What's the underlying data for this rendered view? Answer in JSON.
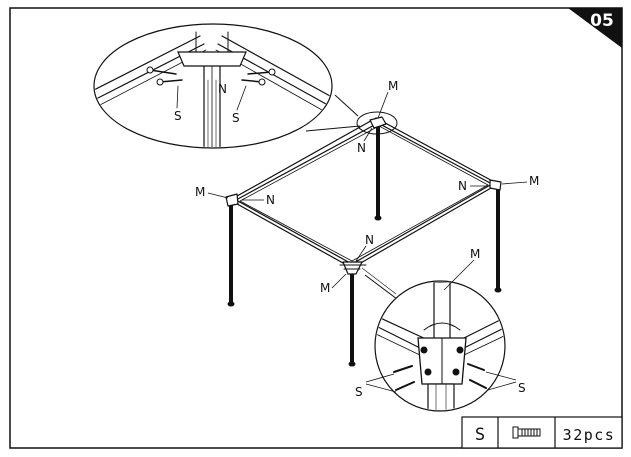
{
  "step": {
    "number": "05"
  },
  "labels": {
    "m": "M",
    "n": "N",
    "s": "S"
  },
  "parts_list": {
    "part_letter": "S",
    "part_icon": "screw-icon",
    "quantity": "32pcs"
  }
}
